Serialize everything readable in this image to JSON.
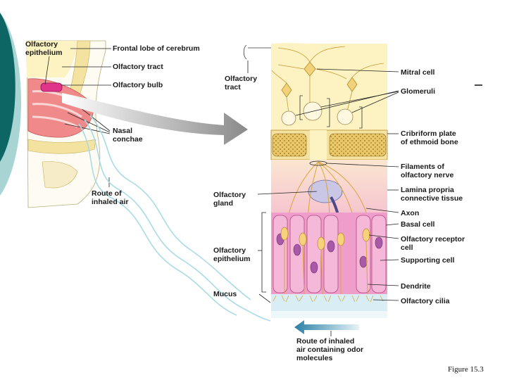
{
  "labels": {
    "olfactory_epithelium_top": "Olfactory\nepithelium",
    "frontal_lobe": "Frontal lobe of cerebrum",
    "olfactory_tract_top": "Olfactory tract",
    "olfactory_bulb": "Olfactory bulb",
    "nasal_conchae": "Nasal\nconchae",
    "route_inhaled_air": "Route of\ninhaled air",
    "olfactory_tract_detail": "Olfactory\ntract",
    "mitral_cell": "Mitral cell",
    "glomeruli": "Glomeruli",
    "cribriform_plate": "Cribriform plate\nof ethmoid bone",
    "filaments_nerve": "Filaments of\nolfactory nerve",
    "lamina_propria": "Lamina propria\nconnective tissue",
    "olfactory_gland": "Olfactory\ngland",
    "axon": "Axon",
    "basal_cell": "Basal cell",
    "receptor_cell": "Olfactory receptor\ncell",
    "supporting_cell": "Supporting cell",
    "olfactory_epithelium_detail": "Olfactory\nepithelium",
    "dendrite": "Dendrite",
    "mucus": "Mucus",
    "olfactory_cilia": "Olfactory cilia",
    "route_odor": "Route of inhaled\nair containing odor\nmolecules"
  },
  "caption": "Figure 15.3",
  "colors": {
    "teal_bar": "#0e6664",
    "light_teal": "#a8d5d3",
    "bone": "#f3e2a0",
    "brain": "#fdf3c2",
    "nasal": "#f08a8a",
    "epithelium": "#ef9dcb",
    "bulb": "#e0348a",
    "air": "#a9dbe7",
    "arrow_blue": "#2a7fa6"
  }
}
